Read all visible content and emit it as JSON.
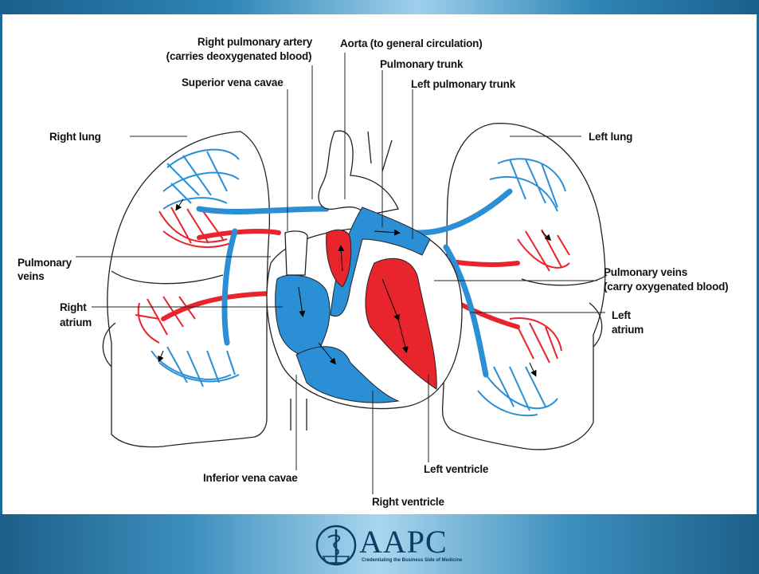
{
  "labels": {
    "right_pulmonary_artery": "Right pulmonary artery",
    "right_pulmonary_artery_note": "(carries deoxygenated blood)",
    "aorta": "Aorta (to general circulation)",
    "pulmonary_trunk": "Pulmonary trunk",
    "left_pulmonary_trunk": "Left pulmonary trunk",
    "superior_vena_cavae": "Superior vena cavae",
    "right_lung": "Right lung",
    "left_lung": "Left lung",
    "pulmonary_veins_left_1": "Pulmonary",
    "pulmonary_veins_left_2": "veins",
    "pulmonary_veins_right": "Pulmonary veins",
    "pulmonary_veins_right_note": "(carry oxygenated blood)",
    "right_atrium_1": "Right",
    "right_atrium_2": "atrium",
    "left_atrium_1": "Left",
    "left_atrium_2": "atrium",
    "inferior_vena_cavae": "Inferior vena cavae",
    "left_ventricle": "Left ventricle",
    "right_ventricle": "Right ventricle"
  },
  "logo": {
    "name": "AAPC",
    "tagline": "Credentialing the Business Side of Medicine"
  },
  "colors": {
    "oxygenated": "#e8242c",
    "deoxygenated": "#2b8fd6",
    "brand": "#1e6a98"
  }
}
